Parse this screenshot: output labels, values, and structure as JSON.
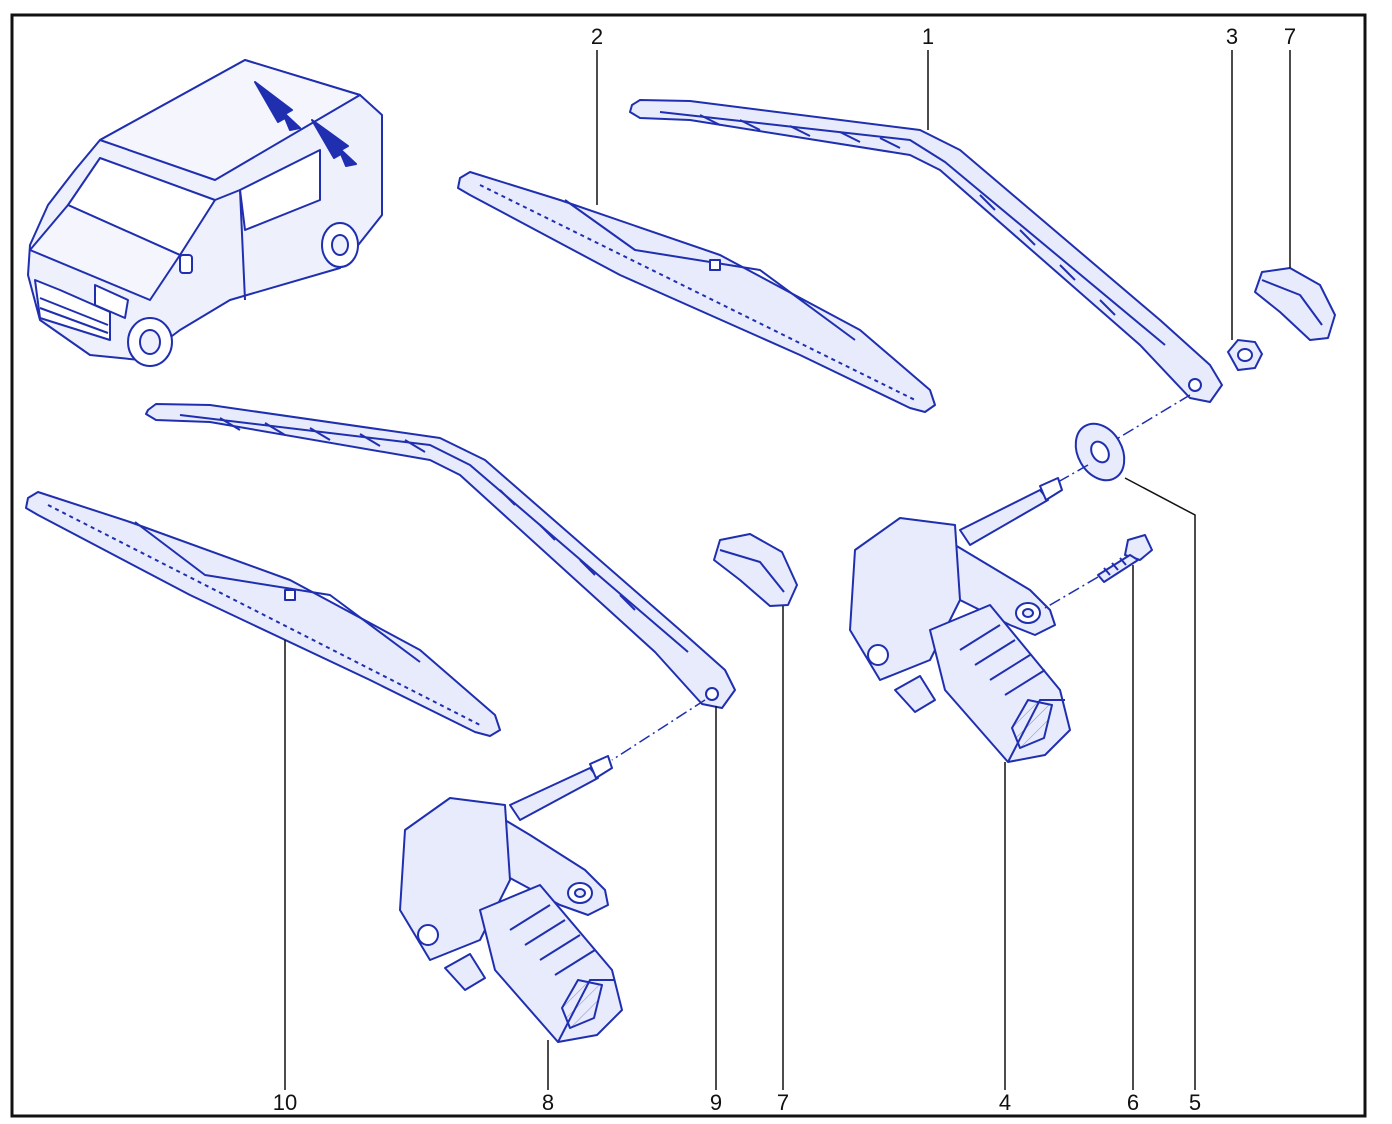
{
  "diagram": {
    "line_color": "#1f2fb0",
    "fill_color": "#e8ebfb",
    "frame_color": "#111111",
    "callouts": {
      "c1": "1",
      "c2": "2",
      "c3": "3",
      "c7a": "7",
      "c10": "10",
      "c8": "8",
      "c9": "9",
      "c7b": "7",
      "c4": "4",
      "c6": "6",
      "c5": "5"
    }
  }
}
